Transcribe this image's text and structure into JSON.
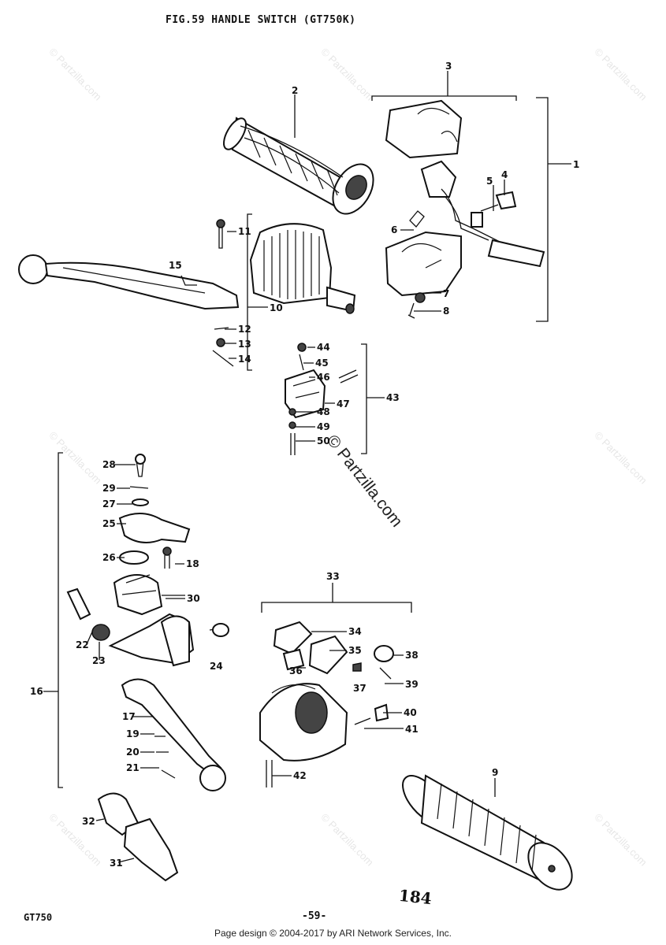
{
  "header": {
    "title": "FIG.59  HANDLE SWITCH (GT750K)"
  },
  "footer": {
    "model": "GT750",
    "page_number": "-59-",
    "handwritten_number": "184",
    "copyright": "Page design © 2004-2017 by ARI Network Services, Inc."
  },
  "watermark": {
    "text": "© Partzilla.com"
  },
  "callouts": [
    "1",
    "2",
    "3",
    "4",
    "5",
    "6",
    "7",
    "8",
    "9",
    "10",
    "11",
    "12",
    "13",
    "14",
    "15",
    "16",
    "17",
    "18",
    "19",
    "20",
    "21",
    "22",
    "23",
    "24",
    "25",
    "26",
    "27",
    "28",
    "29",
    "30",
    "31",
    "32",
    "33",
    "34",
    "35",
    "36",
    "37",
    "38",
    "39",
    "40",
    "41",
    "42",
    "43",
    "44",
    "45",
    "46",
    "47",
    "48",
    "49",
    "50"
  ]
}
